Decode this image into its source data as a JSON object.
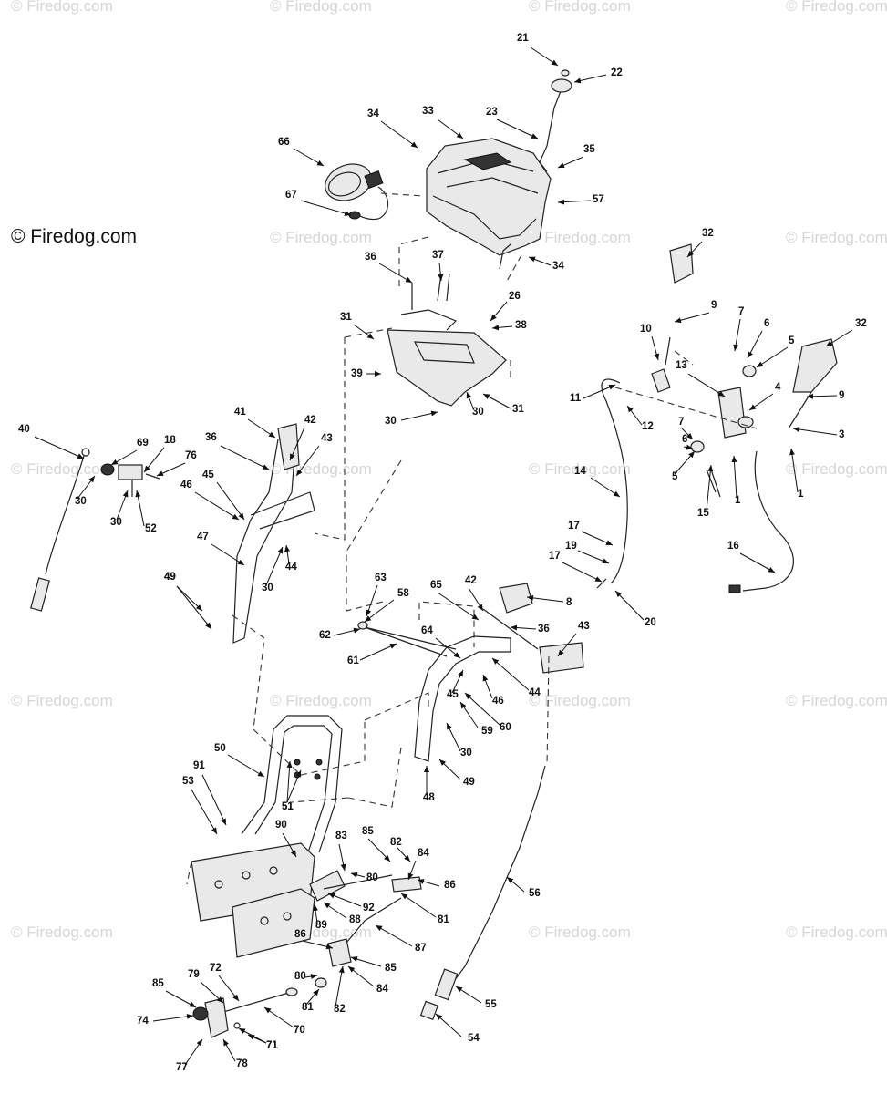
{
  "watermark": "© Firedog.com",
  "brand_text": "© Firedog.com",
  "labels": [
    "1",
    "3",
    "4",
    "5",
    "6",
    "7",
    "8",
    "9",
    "10",
    "11",
    "12",
    "13",
    "14",
    "15",
    "16",
    "17",
    "18",
    "19",
    "20",
    "21",
    "22",
    "23",
    "26",
    "30",
    "31",
    "32",
    "33",
    "34",
    "35",
    "36",
    "37",
    "38",
    "39",
    "40",
    "41",
    "42",
    "43",
    "44",
    "45",
    "46",
    "47",
    "48",
    "49",
    "50",
    "51",
    "52",
    "53",
    "54",
    "55",
    "56",
    "57",
    "58",
    "59",
    "60",
    "61",
    "62",
    "63",
    "64",
    "65",
    "66",
    "67",
    "69",
    "70",
    "71",
    "72",
    "74",
    "76",
    "77",
    "78",
    "79",
    "80",
    "81",
    "82",
    "83",
    "84",
    "85",
    "86",
    "87",
    "88",
    "89",
    "90",
    "91",
    "92"
  ]
}
